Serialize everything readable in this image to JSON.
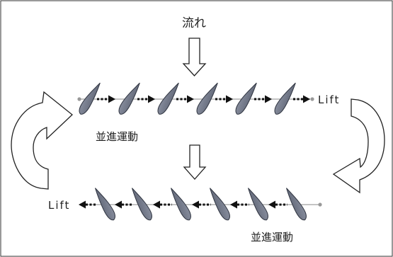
{
  "flow_label": "流れ",
  "top_row": {
    "motion_label": "並進運動",
    "lift_label": "Lift"
  },
  "bottom_row": {
    "motion_label": "並進運動",
    "lift_label": "Lift"
  },
  "colors": {
    "airfoil_fill": "#6f7585",
    "airfoil_stroke": "#2f3440",
    "arrow": "#111111",
    "baseline": "#b0b0b0",
    "frame": "#333333"
  }
}
